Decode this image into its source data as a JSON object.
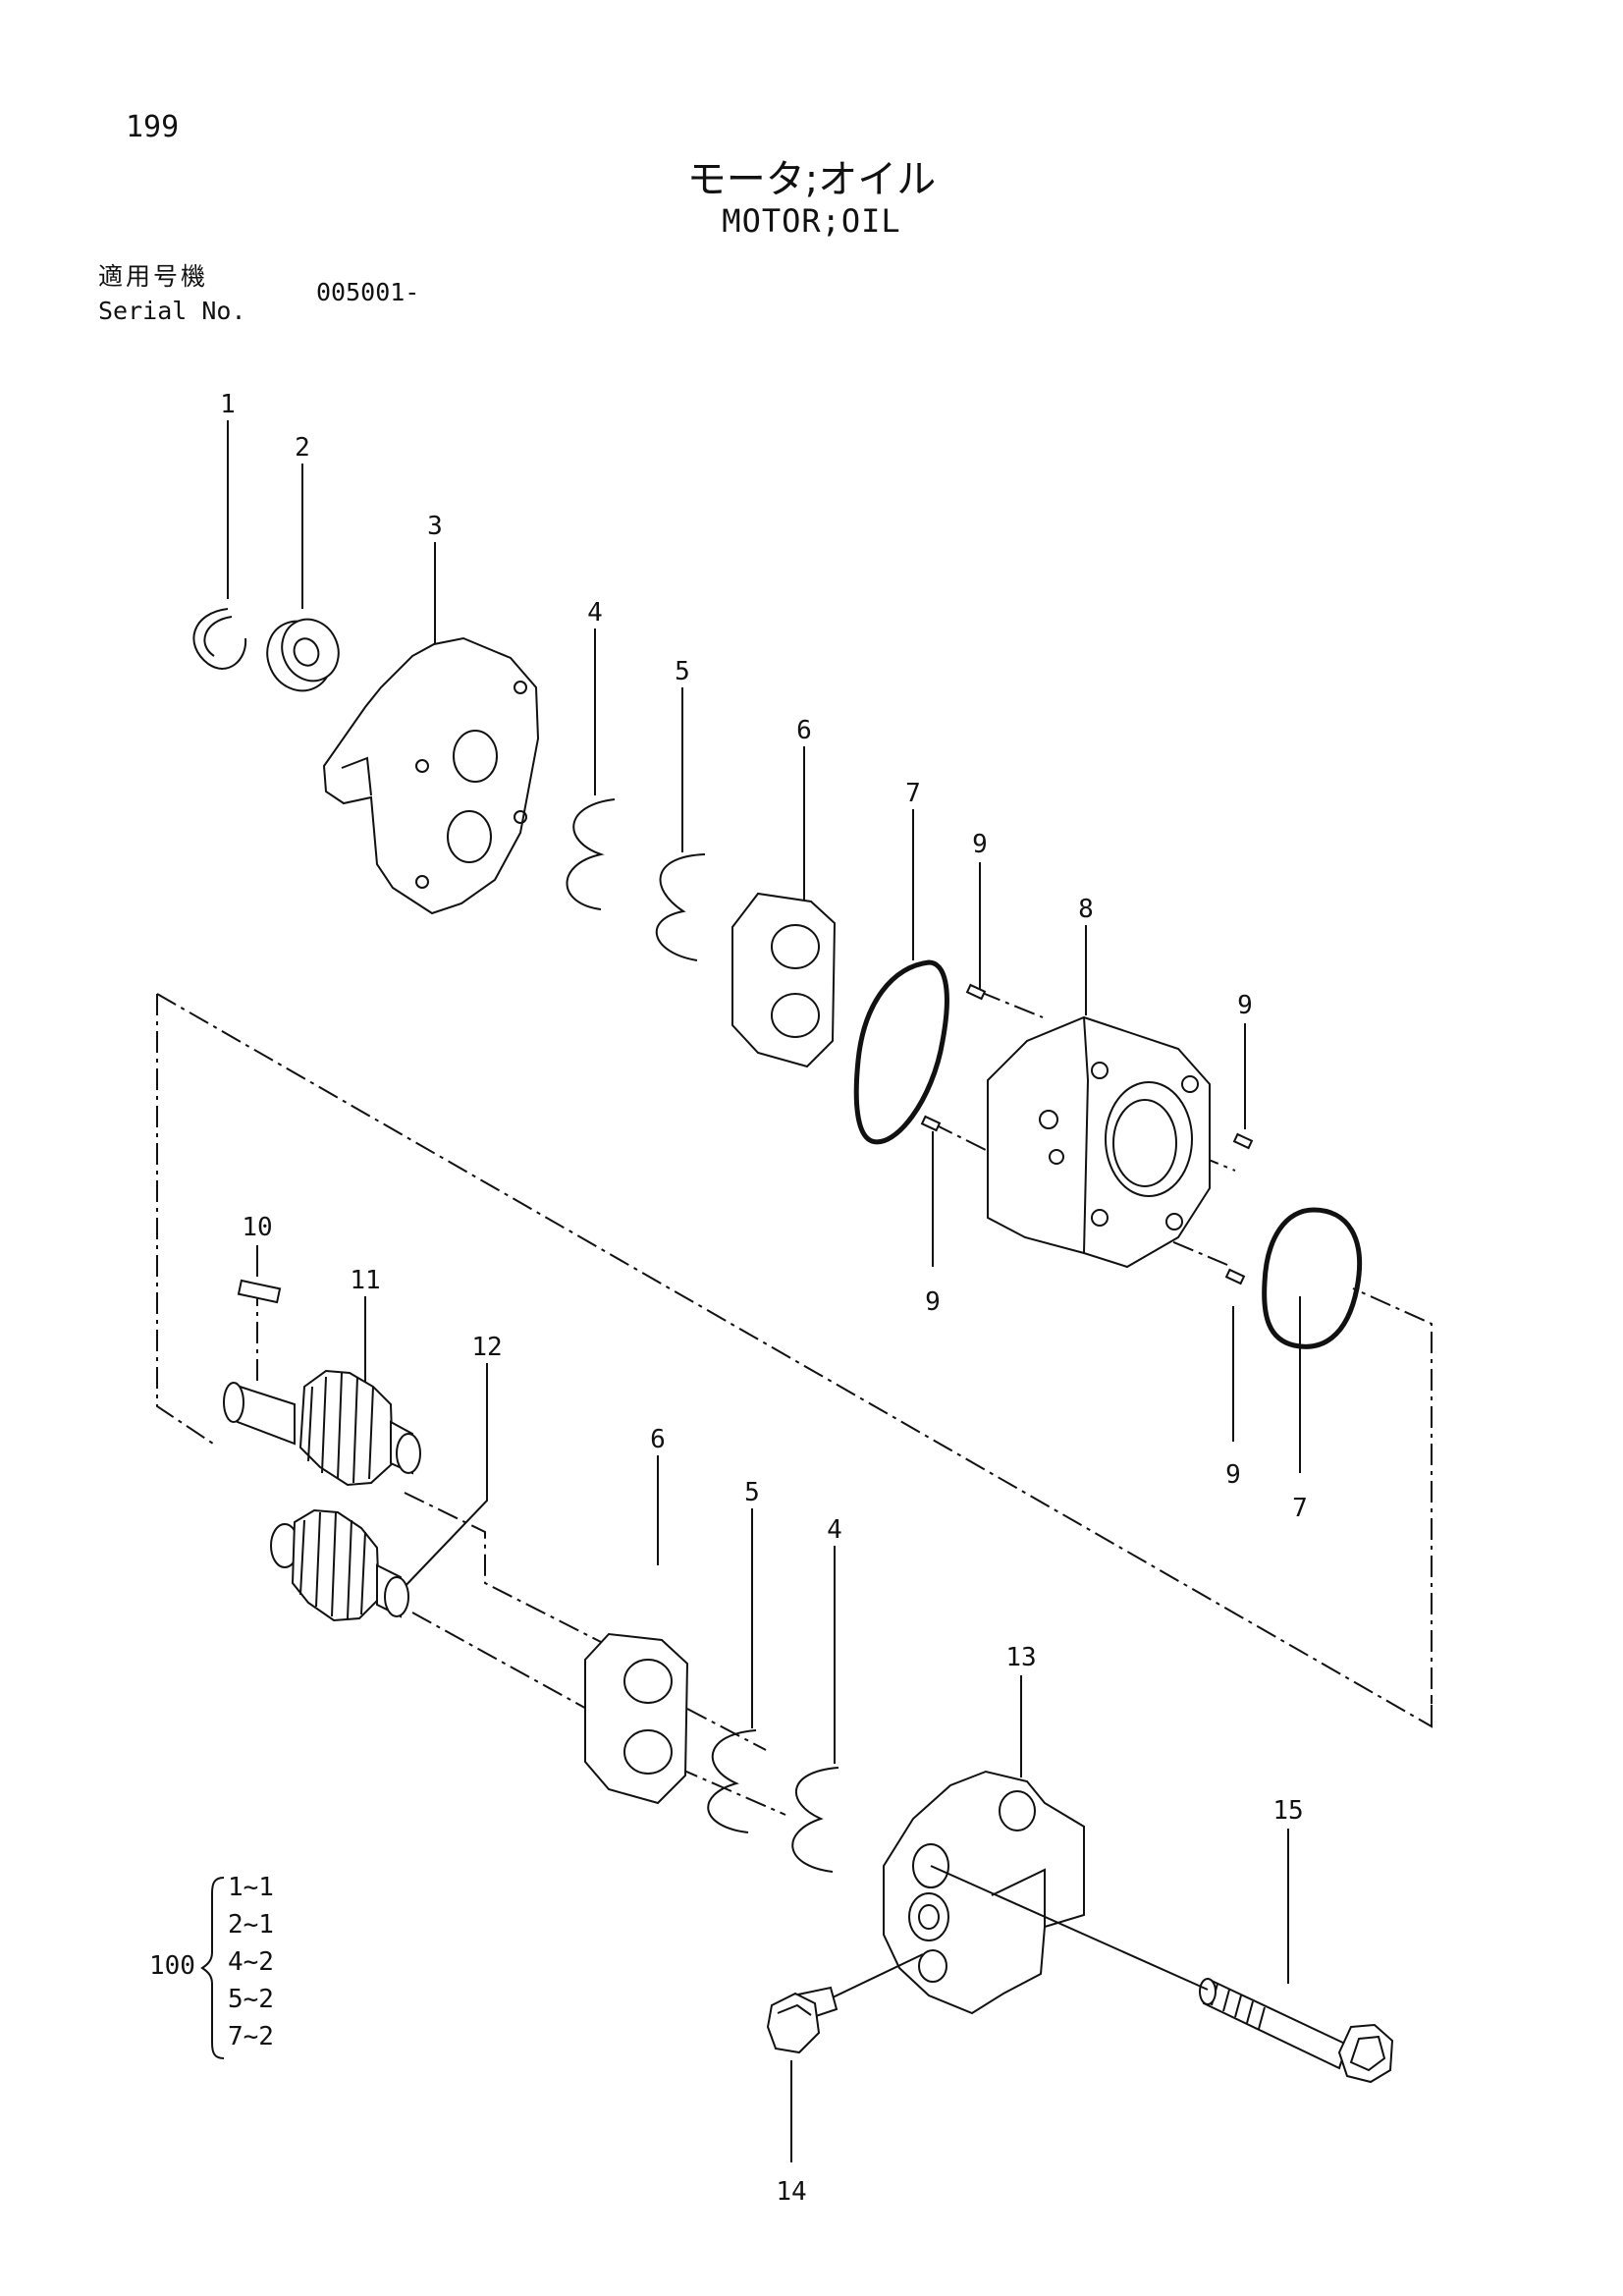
{
  "page_number": "199",
  "title_jp": "モータ;オイル",
  "title_en": "MOTOR;OIL",
  "serial": {
    "label_jp": "適用号機",
    "label_en": "Serial No.",
    "value": "005001-"
  },
  "callouts": [
    "1",
    "2",
    "3",
    "4",
    "5",
    "6",
    "7",
    "9",
    "8",
    "9",
    "9",
    "10",
    "11",
    "12",
    "6",
    "5",
    "4",
    "9",
    "7",
    "13",
    "15",
    "14"
  ],
  "kit": {
    "number": "100",
    "items": [
      "1~1",
      "2~1",
      "4~2",
      "5~2",
      "7~2"
    ]
  }
}
